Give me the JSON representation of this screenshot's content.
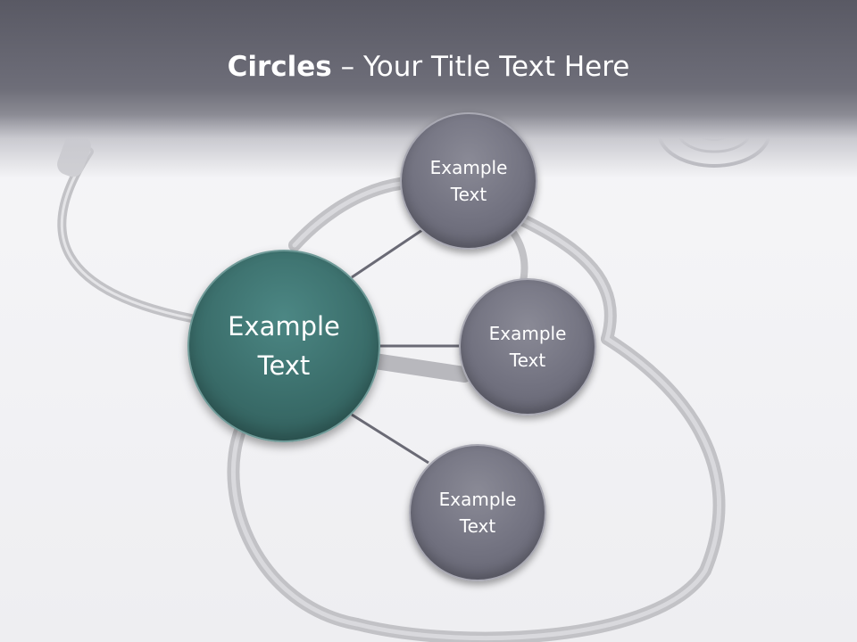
{
  "title": {
    "bold": "Circles",
    "rest": " – Your Title Text Here"
  },
  "diagram": {
    "center": {
      "label": "Example\nText"
    },
    "satellites": [
      {
        "label": "Example\nText"
      },
      {
        "label": "Example\nText"
      },
      {
        "label": "Example\nText"
      }
    ]
  },
  "colors": {
    "header": "#595964",
    "center_circle": "#3a6d6a",
    "satellite_circle": "#727280",
    "connector": "#6a6a75"
  }
}
